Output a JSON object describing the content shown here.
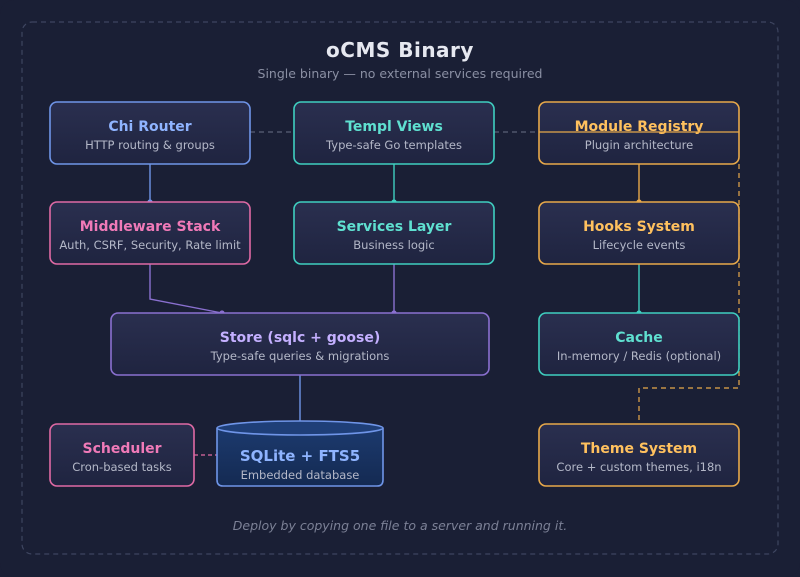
{
  "title": "oCMS Binary",
  "subtitle": "Single binary — no external services required",
  "footer": "Deploy by copying one file to a server and running it.",
  "colors": {
    "background": "#1a1f35",
    "frame": "#3e4560",
    "blue": "#6f95e8",
    "blue_text": "#8fb4ff",
    "pink": "#e06aa5",
    "pink_text": "#f07ab8",
    "teal": "#3fcfc0",
    "teal_text": "#5fe0d0",
    "purple": "#8a70d0",
    "purple_text": "#c4b0ff",
    "orange": "#e8a94a",
    "orange_text": "#ffc15e"
  },
  "nodes": {
    "chi_router": {
      "title": "Chi Router",
      "subtitle": "HTTP routing & groups"
    },
    "templ_views": {
      "title": "Templ Views",
      "subtitle": "Type-safe Go templates"
    },
    "module_registry": {
      "title": "Module Registry",
      "subtitle": "Plugin architecture"
    },
    "middleware_stack": {
      "title": "Middleware Stack",
      "subtitle": "Auth, CSRF, Security, Rate limit"
    },
    "services_layer": {
      "title": "Services Layer",
      "subtitle": "Business logic"
    },
    "hooks_system": {
      "title": "Hooks System",
      "subtitle": "Lifecycle events"
    },
    "store": {
      "title": "Store (sqlc + goose)",
      "subtitle": "Type-safe queries & migrations"
    },
    "cache": {
      "title": "Cache",
      "subtitle": "In-memory / Redis (optional)"
    },
    "scheduler": {
      "title": "Scheduler",
      "subtitle": "Cron-based tasks"
    },
    "sqlite": {
      "title": "SQLite + FTS5",
      "subtitle": "Embedded database"
    },
    "theme_system": {
      "title": "Theme System",
      "subtitle": "Core + custom themes, i18n"
    }
  }
}
